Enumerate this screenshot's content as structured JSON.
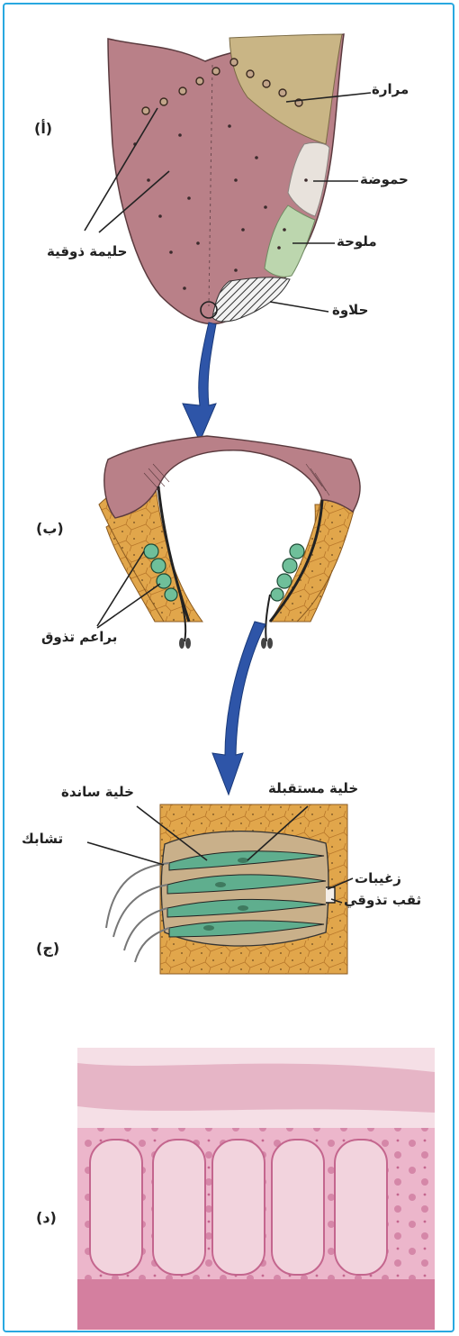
{
  "panels": {
    "a": "(أ)",
    "b": "(ب)",
    "c": "(ج)",
    "d": "(د)"
  },
  "tongue_labels": {
    "bitter": "مرارة",
    "sour": "حموضة",
    "salty": "ملوحة",
    "sweet": "حلاوة",
    "papilla": "حليمة ذوقية"
  },
  "papilla_labels": {
    "taste_buds": "براعم تذوق"
  },
  "bud_labels": {
    "supporting_cell": "خلية ساندة",
    "receptor_cell": "خلية مستقبلة",
    "synapse": "تشابك",
    "microvilli": "زغيبات",
    "taste_pore": "ثقب تذوقي"
  },
  "colors": {
    "frame": "#29a8e0",
    "tongue": "#b98088",
    "bitter_zone": "#c9b585",
    "sour_zone": "#e8e2dc",
    "salty_zone": "#bcd6ae",
    "tissue": "#e1a64b",
    "taste_cell_green": "#5fae8e",
    "arrow": "#2e55a8",
    "histology": "#e6a3bd"
  }
}
